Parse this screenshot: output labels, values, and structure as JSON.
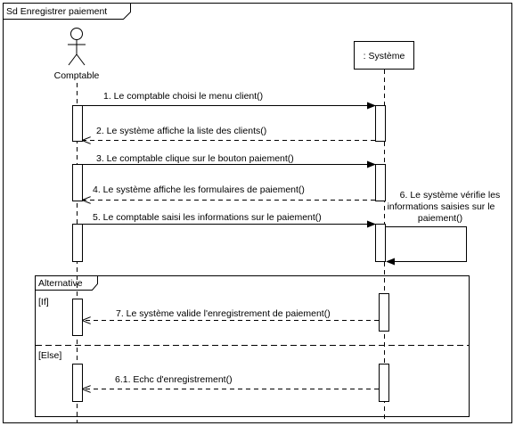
{
  "frame": {
    "title": "Sd Enregistrer paiement"
  },
  "actor": {
    "name": "Comptable"
  },
  "system": {
    "name": ": Système"
  },
  "messages": [
    {
      "label": "1. Le comptable choisi le menu client()",
      "kind": "sync"
    },
    {
      "label": "2. Le système affiche la liste des clients()",
      "kind": "return"
    },
    {
      "label": "3. Le comptable clique sur le bouton paiement()",
      "kind": "sync"
    },
    {
      "label": "4. Le système affiche les formulaires de paiement()",
      "kind": "return"
    },
    {
      "label": "5. Le comptable saisi les informations sur le paiement()",
      "kind": "sync"
    }
  ],
  "self_message": {
    "lines": [
      "6. Le système vérifie les",
      "informations saisies sur le",
      "paiement()"
    ]
  },
  "fragment": {
    "operator": "Alternative",
    "guards": [
      "[If]",
      "[Else]"
    ],
    "messages": [
      {
        "label": "7. Le système valide l'enregistrement de paiement()",
        "kind": "return"
      },
      {
        "label": "6.1. Echc d'enregistrement()",
        "kind": "return"
      }
    ]
  }
}
